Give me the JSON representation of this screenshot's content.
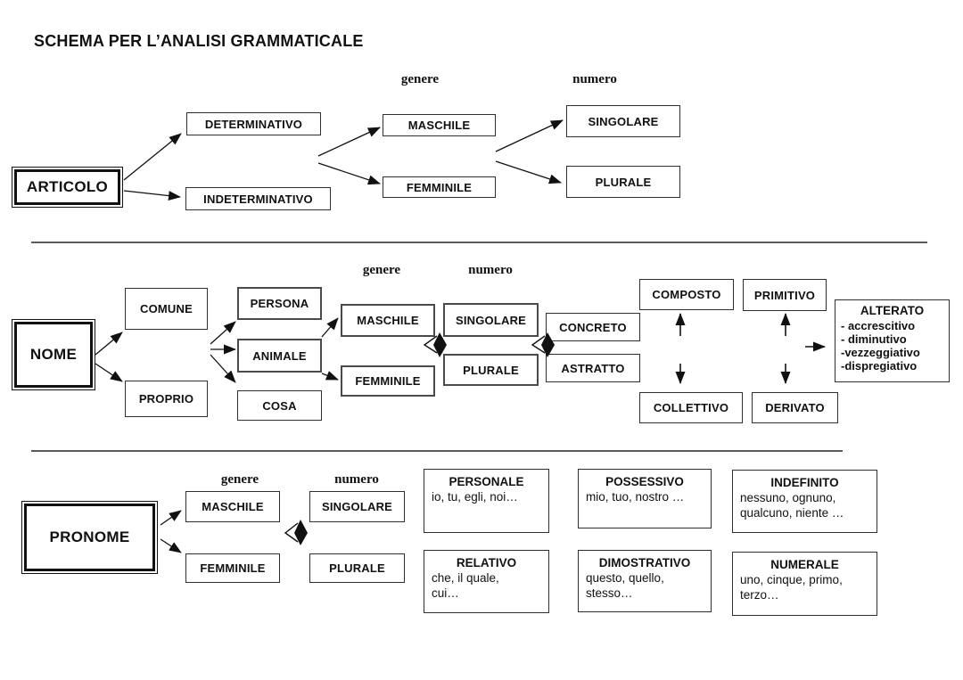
{
  "title": "SCHEMA PER L’ANALISI GRAMMATICALE",
  "colors": {
    "background": "#ffffff",
    "box_border": "#2f2f2f",
    "text": "#111111",
    "divider": "#5a5a5a",
    "arrow": "#111111"
  },
  "articolo": {
    "root": "ARTICOLO",
    "genere_header": "genere",
    "numero_header": "numero",
    "determinativo": "DETERMINATIVO",
    "indeterminativo": "INDETERMINATIVO",
    "maschile": "MASCHILE",
    "femminile": "FEMMINILE",
    "singolare": "SINGOLARE",
    "plurale": "PLURALE"
  },
  "nome": {
    "root": "NOME",
    "genere_header": "genere",
    "numero_header": "numero",
    "comune": "COMUNE",
    "proprio": "PROPRIO",
    "persona": "PERSONA",
    "animale": "ANIMALE",
    "cosa": "COSA",
    "maschile": "MASCHILE",
    "femminile": "FEMMINILE",
    "singolare": "SINGOLARE",
    "plurale": "PLURALE",
    "concreto": "CONCRETO",
    "astratto": "ASTRATTO",
    "composto": "COMPOSTO",
    "primitivo": "PRIMITIVO",
    "collettivo": "COLLETTIVO",
    "derivato": "DERIVATO",
    "alterato": {
      "title": "ALTERATO",
      "items": [
        "- accrescitivo",
        "- diminutivo",
        "-vezzeggiativo",
        "-dispregiativo"
      ]
    }
  },
  "pronome": {
    "root": "PRONOME",
    "genere_header": "genere",
    "numero_header": "numero",
    "maschile": "MASCHILE",
    "femminile": "FEMMINILE",
    "singolare": "SINGOLARE",
    "plurale": "PLURALE",
    "types": [
      {
        "title": "PERSONALE",
        "examples": "io, tu, egli, noi…"
      },
      {
        "title": "POSSESSIVO",
        "examples": "mio, tuo, nostro …"
      },
      {
        "title": "INDEFINITO",
        "examples": "nessuno, ognuno,\nqualcuno, niente …"
      },
      {
        "title": "RELATIVO",
        "examples": "che, il quale,\ncui…"
      },
      {
        "title": "DIMOSTRATIVO",
        "examples": "questo, quello,\nstesso…"
      },
      {
        "title": "NUMERALE",
        "examples": "uno, cinque, primo,\nterzo…"
      }
    ]
  }
}
